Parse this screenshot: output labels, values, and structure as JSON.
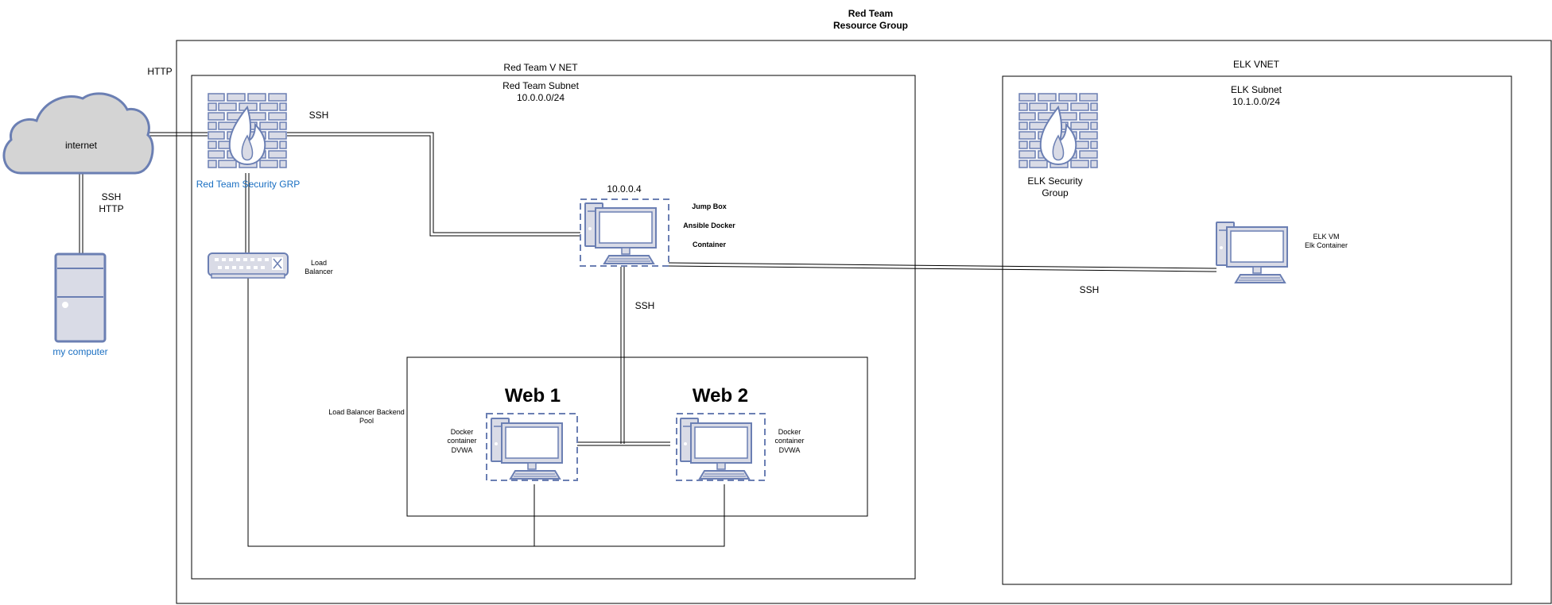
{
  "colors": {
    "icon_fill": "#d9dbe6",
    "icon_stroke": "#6b7fb3",
    "cloud_fill": "#d4d4d4",
    "cloud_stroke": "#6b7fb3",
    "firewall_fill": "#ffffff",
    "label_blue": "#1a6fc2"
  },
  "icons": {
    "cloud": "cloud-icon",
    "computer": "desktop-computer-icon",
    "firewall": "firewall-icon",
    "load_balancer": "load-balancer-icon",
    "workstation": "workstation-icon"
  },
  "resource_group": {
    "line1": "Red Team",
    "line2": "Resource Group"
  },
  "red_vnet": {
    "title": "Red Team V NET",
    "subnet_name": "Red Team Subnet",
    "subnet_cidr": "10.0.0.0/24"
  },
  "elk_vnet": {
    "title": "ELK VNET",
    "subnet_name": "ELK Subnet",
    "subnet_cidr": "10.1.0.0/24"
  },
  "internet": {
    "label": "internet"
  },
  "my_computer": {
    "label": "my computer"
  },
  "red_security_group": {
    "label": "Red Team Security GRP"
  },
  "elk_security_group": {
    "line1": "ELK Security",
    "line2": "Group"
  },
  "load_balancer": {
    "line1": "Load",
    "line2": "Balancer"
  },
  "jump_box": {
    "ip": "10.0.0.4",
    "line1": "Jump Box",
    "line2": "Ansible Docker",
    "line3": "Container"
  },
  "elk_vm": {
    "line1": "ELK VM",
    "line2": "Elk Container"
  },
  "backend_pool": {
    "line1": "Load Balancer Backend",
    "line2": "Pool"
  },
  "web1": {
    "title": "Web 1",
    "line1": "Docker",
    "line2": "container",
    "line3": "DVWA"
  },
  "web2": {
    "title": "Web 2",
    "line1": "Docker",
    "line2": "container",
    "line3": "DVWA"
  },
  "connections": {
    "http_internet": "HTTP",
    "ssh_internet_jump": "SSH",
    "ssh_http_my_computer_1": "SSH",
    "ssh_http_my_computer_2": "HTTP",
    "ssh_jump_web": "SSH",
    "ssh_jump_elk": "SSH"
  }
}
